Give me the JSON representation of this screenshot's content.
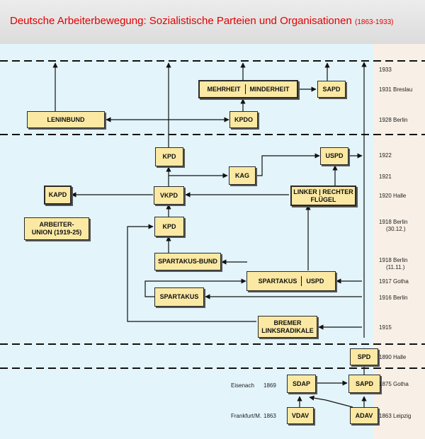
{
  "title": {
    "text": "Deutsche Arbeiterbewegung: Sozialistische Parteien und Organisationen",
    "range": "(1863-1933)"
  },
  "nodes": {
    "mehrheit": "MEHRHEIT",
    "minderheit": "MINDERHEIT",
    "sapd_1931": "SAPD",
    "leninbund": "LENINBUND",
    "kpdo": "KPDO",
    "kpd_1922": "KPD",
    "uspd_1922": "USPD",
    "kag": "KAG",
    "kapd": "KAPD",
    "vkpd": "VKPD",
    "linker": "LINKER",
    "rechter": "RECHTER",
    "fluegel": "FLÜGEL",
    "arbeiter_union_1": "ARBEITER-",
    "arbeiter_union_2": "UNION (1919-25)",
    "kpd_1918": "KPD",
    "spartakus_bund": "SPARTAKUS-BUND",
    "spartakus_1917": "SPARTAKUS",
    "uspd_1917": "USPD",
    "spartakus_1916": "SPARTAKUS",
    "bremer_1": "BREMER",
    "bremer_2": "LINKSRADIKALE",
    "spd": "SPD",
    "sdap": "SDAP",
    "sapd_1875": "SAPD",
    "vdav": "VDAV",
    "adav": "ADAV"
  },
  "years": {
    "y1933": "1933",
    "y1931": "1931 Breslau",
    "y1928": "1928 Berlin",
    "y1922": "1922",
    "y1921": "1921",
    "y1920": "1920 Halle",
    "y1918b_1": "1918 Berlin",
    "y1918b_2": "(30.12.)",
    "y1918a_1": "1918 Berlin",
    "y1918a_2": "(11.11.)",
    "y1917": "1917 Gotha",
    "y1916": "1916 Berlin",
    "y1915": "1915",
    "y1890": "1890 Halle",
    "y1875": "1875 Gotha",
    "y1863": "1863 Leipzig"
  },
  "side_labels": {
    "eisenach": "Eisenach",
    "eisenach_year": "1869",
    "frankfurt": "Frankfurt/M.",
    "frankfurt_year": "1863"
  },
  "colors": {
    "title": "#e00000",
    "panel": "#e3f4fb",
    "timeline": "#f8efe6",
    "node_fill": "#fbe9a3"
  }
}
